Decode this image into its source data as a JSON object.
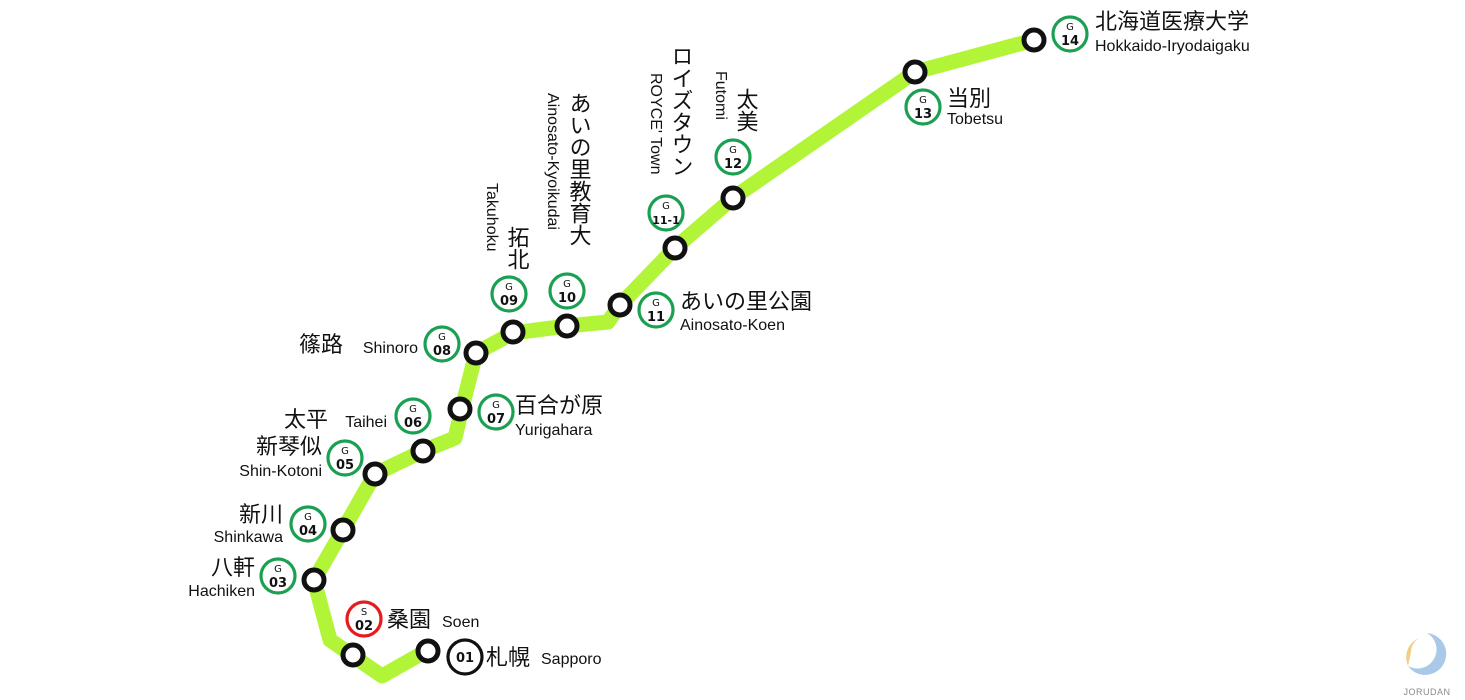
{
  "line": {
    "color": "#b2f538",
    "main_badge_color": "#1ba052",
    "transfer_badge_color": "#e61b1b",
    "terminal_badge_color": "#111111"
  },
  "stations": [
    {
      "id": "01",
      "line_letter": "",
      "jp": "札幌",
      "en": "Sapporo"
    },
    {
      "id": "02",
      "line_letter": "S",
      "jp": "桑園",
      "en": "Soen"
    },
    {
      "id": "03",
      "line_letter": "G",
      "jp": "八軒",
      "en": "Hachiken"
    },
    {
      "id": "04",
      "line_letter": "G",
      "jp": "新川",
      "en": "Shinkawa"
    },
    {
      "id": "05",
      "line_letter": "G",
      "jp": "新琴似",
      "en": "Shin-Kotoni"
    },
    {
      "id": "06",
      "line_letter": "G",
      "jp": "太平",
      "en": "Taihei"
    },
    {
      "id": "07",
      "line_letter": "G",
      "jp": "百合が原",
      "en": "Yurigahara"
    },
    {
      "id": "08",
      "line_letter": "G",
      "jp": "篠路",
      "en": "Shinoro"
    },
    {
      "id": "09",
      "line_letter": "G",
      "jp": "拓北",
      "en": "Takuhoku"
    },
    {
      "id": "10",
      "line_letter": "G",
      "jp": "あいの里教育大",
      "en": "Ainosato-Kyoikudai"
    },
    {
      "id": "11",
      "line_letter": "G",
      "jp": "あいの里公園",
      "en": "Ainosato-Koen"
    },
    {
      "id": "11-1",
      "line_letter": "G",
      "jp": "ロイズタウン",
      "en": "ROYCE' Town"
    },
    {
      "id": "12",
      "line_letter": "G",
      "jp": "太美",
      "en": "Futomi"
    },
    {
      "id": "13",
      "line_letter": "G",
      "jp": "当別",
      "en": "Tobetsu"
    },
    {
      "id": "14",
      "line_letter": "G",
      "jp": "北海道医療大学",
      "en": "Hokkaido-Iryodaigaku"
    }
  ],
  "brand": {
    "name": "JORUDAN",
    "icon": "crescent-logo-icon"
  }
}
